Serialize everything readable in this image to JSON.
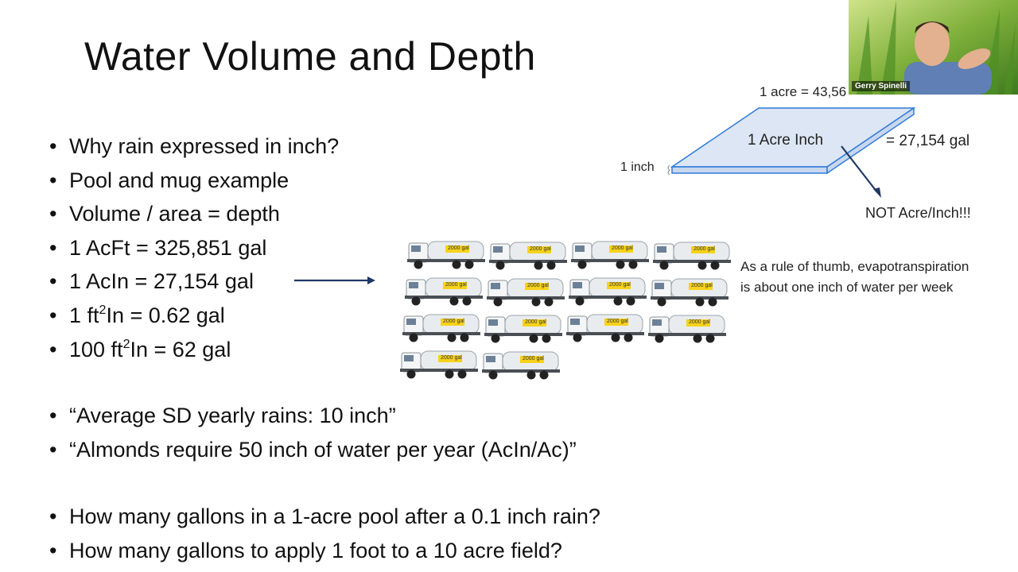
{
  "slide": {
    "title": "Water Volume and Depth",
    "bullets_top": [
      {
        "text": "Why rain expressed in inch?"
      },
      {
        "text": "Pool and mug example"
      },
      {
        "text": "Volume / area = depth"
      },
      {
        "text": "1 AcFt = 325,851 gal"
      },
      {
        "text": "1 AcIn = 27,154 gal"
      },
      {
        "pre": "1 ft",
        "sup": "2",
        "post": "In = 0.62 gal"
      },
      {
        "pre": "100 ft",
        "sup": "2",
        "post": "In = 62 gal"
      }
    ],
    "bullets_middle": [
      "“Average SD yearly rains: 10 inch”",
      "“Almonds require 50 inch of water per year (AcIn/Ac)”"
    ],
    "bullets_bottom": [
      "How many gallons in a 1-acre pool after a 0.1 inch rain?",
      "How many gallons to apply 1 foot to a 10 acre field?"
    ],
    "rule_of_thumb": "As a rule of thumb, evapotranspiration is about one inch of water per week",
    "truck_label": "2000 gal",
    "diagram": {
      "top_label": "1 acre = 43,56",
      "center_label": "1 Acre Inch",
      "right_label": "= 27,154 gal",
      "left_label": "1 inch",
      "warning": "NOT Acre/Inch!!!"
    }
  },
  "webcam": {
    "presenter_name": "Gerry Spinelli",
    "icon": "presenter-video-icon"
  },
  "colors": {
    "plate_fill": "#dce6f4",
    "plate_edge": "#2f7ad8",
    "arrow_main": "#1f3864",
    "arrow_diag": "#1f3864",
    "truck_label_bg": "#f7d21a"
  }
}
